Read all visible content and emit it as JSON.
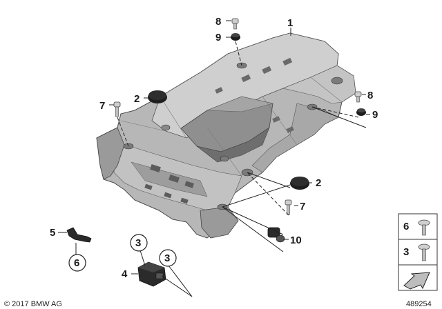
{
  "callouts": {
    "c1": "1",
    "c2_top": "2",
    "c2_right": "2",
    "c3_circle_a": "3",
    "c3_circle_b": "3",
    "c4": "4",
    "c5": "5",
    "c6_circle": "6",
    "c7_left": "7",
    "c7_right": "7",
    "c8_top": "8",
    "c8_right": "8",
    "c9_top": "9",
    "c9_right": "9",
    "c10": "10"
  },
  "legend": {
    "item_6": "6",
    "item_3": "3"
  },
  "copyright": "© 2017 BMW AG",
  "diagram_number": "489254",
  "colors": {
    "part_fill": "#b7b7b7",
    "part_dark": "#8a8a8a",
    "part_light": "#d6d6d6",
    "part_darker": "#6e6e6e",
    "black_part": "#1e1e1e"
  }
}
